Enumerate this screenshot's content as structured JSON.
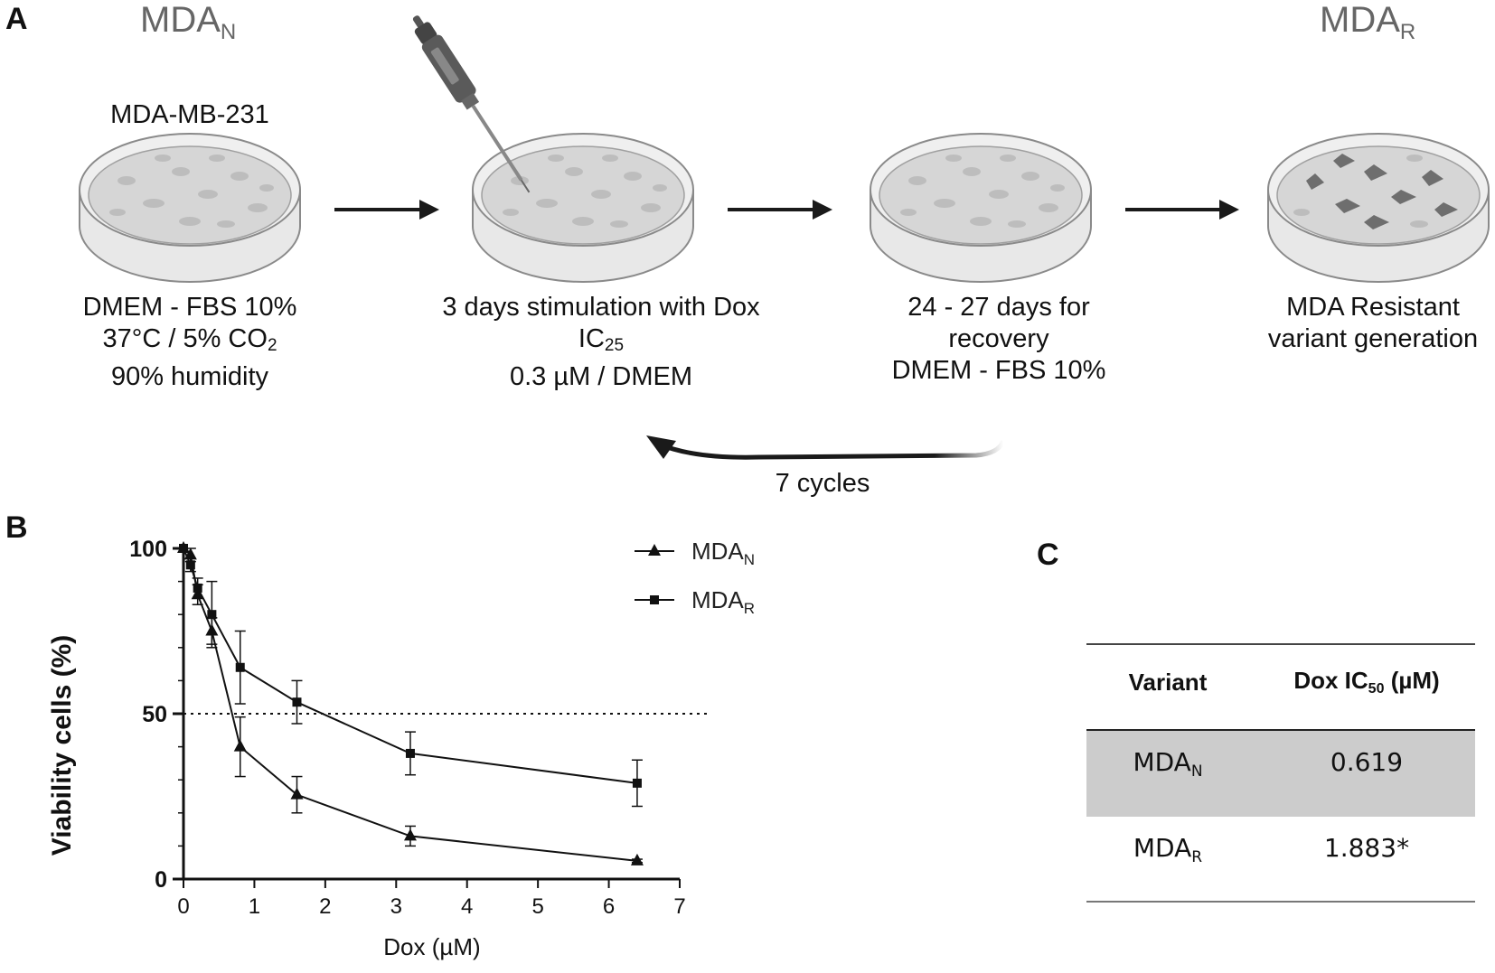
{
  "panel_a": {
    "letter": "A",
    "left_title": {
      "main": "MDA",
      "sub": "N"
    },
    "right_title": {
      "main": "MDA",
      "sub": "R"
    },
    "cell_line": "MDA-MB-231",
    "step1": {
      "line1": "DMEM - FBS 10%",
      "line2_main": "37°C / 5% CO",
      "line2_sub": "2",
      "line3": "90% humidity"
    },
    "step2": {
      "line1": "3 days stimulation with Dox",
      "line2_main": "IC",
      "line2_sub": "25",
      "line3": "0.3 µM / DMEM"
    },
    "step3": {
      "line1": "24 - 27 days for",
      "line2": "recovery",
      "line3": "DMEM - FBS 10%"
    },
    "step4": {
      "line1": "MDA Resistant",
      "line2": "variant generation"
    },
    "cycle_label": "7 cycles",
    "dish_colors": {
      "dish": "#e6e6e6",
      "medium": "#d4d4d4",
      "cell": "#b8b8b8",
      "resistant_cell": "#6e6e6e"
    }
  },
  "panel_b": {
    "letter": "B",
    "legend": [
      {
        "main": "MDA",
        "sub": "N",
        "marker": "triangle"
      },
      {
        "main": "MDA",
        "sub": "R",
        "marker": "square"
      }
    ]
  },
  "panel_c": {
    "letter": "C",
    "header": {
      "variant": "Variant",
      "ic50_main": "Dox IC",
      "ic50_sub": "50",
      "ic50_unit": " (µM)"
    },
    "rows": [
      {
        "main": "MDA",
        "sub": "N",
        "value": "0.619",
        "shaded": true
      },
      {
        "main": "MDA",
        "sub": "R",
        "value": "1.883*",
        "shaded": false
      }
    ],
    "shade_color": "#cccccc"
  },
  "chart_data": {
    "type": "line",
    "xlabel": "Dox (µM)",
    "ylabel": "Viability cells (%)",
    "xlim": [
      0,
      7
    ],
    "ylim": [
      0,
      100
    ],
    "x_ticks": [
      "0",
      "1",
      "2",
      "3",
      "4",
      "5",
      "6",
      "7"
    ],
    "y_ticks": [
      "0",
      "50",
      "100"
    ],
    "reference_line": {
      "y": 50,
      "style": "dotted"
    },
    "grid": false,
    "legend_position": "top-right",
    "series": [
      {
        "name": "MDAN",
        "marker": "triangle",
        "x": [
          0,
          0.1,
          0.2,
          0.4,
          0.8,
          1.6,
          3.2,
          6.4
        ],
        "y": [
          100,
          98,
          86,
          75,
          40,
          25.5,
          13,
          5.5
        ],
        "err": [
          0,
          2,
          3,
          4,
          9,
          5.5,
          3,
          0.5
        ]
      },
      {
        "name": "MDAR",
        "marker": "square",
        "x": [
          0,
          0.1,
          0.2,
          0.4,
          0.8,
          1.6,
          3.2,
          6.4
        ],
        "y": [
          100,
          95,
          88,
          80,
          64,
          53.5,
          38,
          29
        ],
        "err": [
          0,
          2,
          3,
          10,
          11,
          6.5,
          6.5,
          7
        ]
      }
    ]
  }
}
